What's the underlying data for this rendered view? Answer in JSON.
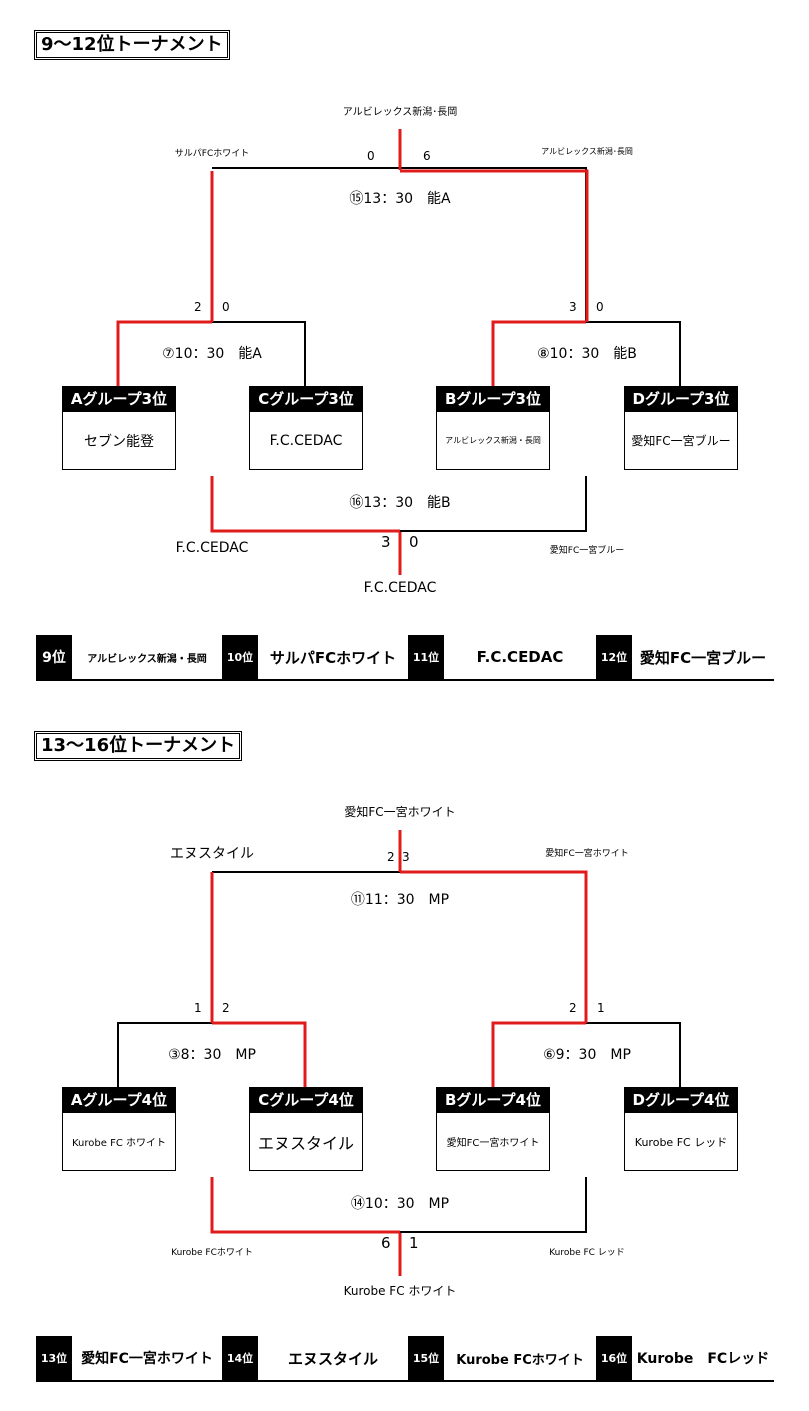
{
  "s1": {
    "title": "9～12位トーナメント",
    "winner": "アルビレックス新潟･長岡",
    "final_left": "サルパFCホワイト",
    "final_right": "アルビレックス新潟･長岡",
    "final_score_l": "0",
    "final_score_r": "6",
    "final_match": "⑮13：30　能A",
    "semi_l_score_l": "2",
    "semi_l_score_r": "0",
    "semi_r_score_l": "3",
    "semi_r_score_r": "0",
    "semi_l_match": "⑦10：30　能A",
    "semi_r_match": "⑧10：30　能B",
    "teams": [
      {
        "header": "Aグループ3位",
        "name": "セブン能登"
      },
      {
        "header": "Cグループ3位",
        "name": "F.C.CEDAC"
      },
      {
        "header": "Bグループ3位",
        "name": "アルビレックス新潟・長岡"
      },
      {
        "header": "Dグループ3位",
        "name": "愛知FC一宮ブルー"
      }
    ],
    "third_match": "⑯13：30　能B",
    "third_left": "F.C.CEDAC",
    "third_right": "愛知FC一宮ブルー",
    "third_score_l": "3",
    "third_score_r": "0",
    "third_winner": "F.C.CEDAC",
    "ranking": [
      {
        "rank": "9位",
        "team": "アルビレックス新潟・長岡"
      },
      {
        "rank": "10位",
        "team": "サルパFCホワイト"
      },
      {
        "rank": "11位",
        "team": "F.C.CEDAC"
      },
      {
        "rank": "12位",
        "team": "愛知FC一宮ブルー"
      }
    ]
  },
  "s2": {
    "title": "13～16位トーナメント",
    "winner": "愛知FC一宮ホワイト",
    "final_left": "エヌスタイル",
    "final_right": "愛知FC一宮ホワイト",
    "final_score_l": "2",
    "final_score_r": "3",
    "final_match": "⑪11：30　MP",
    "semi_l_score_l": "1",
    "semi_l_score_r": "2",
    "semi_r_score_l": "2",
    "semi_r_score_r": "1",
    "semi_l_match": "③8：30　MP",
    "semi_r_match": "⑥9：30　MP",
    "teams": [
      {
        "header": "Aグループ4位",
        "name": "Kurobe FC ホワイト"
      },
      {
        "header": "Cグループ4位",
        "name": "エヌスタイル"
      },
      {
        "header": "Bグループ4位",
        "name": "愛知FC一宮ホワイト"
      },
      {
        "header": "Dグループ4位",
        "name": "Kurobe FC レッド"
      }
    ],
    "third_match": "⑭10：30　MP",
    "third_left": "Kurobe FCホワイト",
    "third_right": "Kurobe FC レッド",
    "third_score_l": "6",
    "third_score_r": "1",
    "third_winner": "Kurobe FC ホワイト",
    "ranking": [
      {
        "rank": "13位",
        "team": "愛知FC一宮ホワイト"
      },
      {
        "rank": "14位",
        "team": "エヌスタイル"
      },
      {
        "rank": "15位",
        "team": "Kurobe FCホワイト"
      },
      {
        "rank": "16位",
        "team": "Kurobe　FCレッド"
      }
    ]
  },
  "colors": {
    "winner_line": "#e01b1b",
    "line": "#000000"
  }
}
